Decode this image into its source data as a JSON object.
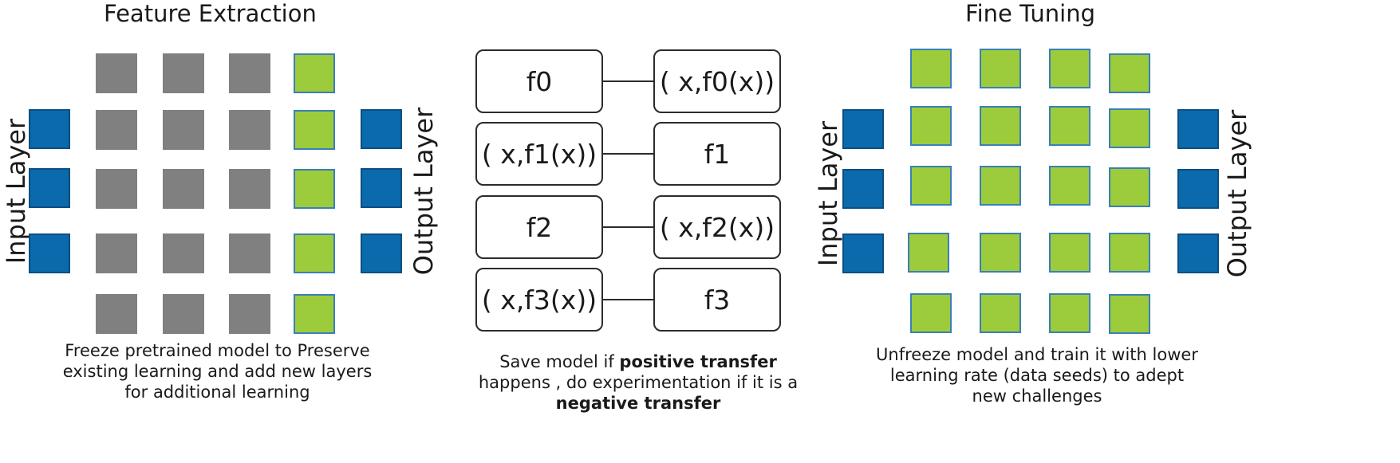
{
  "feature_extraction": {
    "title": "Feature Extraction",
    "input_label": "Input Layer",
    "output_label": "Output Layer",
    "caption_lines": [
      "Freeze pretrained model to Preserve",
      "existing learning and add new layers",
      "for additional learning"
    ]
  },
  "transfer": {
    "rows": [
      {
        "left": "f0",
        "right": "( x,f0(x))"
      },
      {
        "left": "( x,f1(x))",
        "right": "f1"
      },
      {
        "left": "f2",
        "right": "( x,f2(x))"
      },
      {
        "left": "( x,f3(x))",
        "right": "f3"
      }
    ],
    "caption": {
      "line1_pre": "Save model if ",
      "line1_bold": "positive transfer",
      "line2": "happens , do experimentation if it is a",
      "line3_bold": "negative transfer"
    }
  },
  "fine_tuning": {
    "title": "Fine Tuning",
    "input_label": "Input Layer",
    "output_label": "Output Layer",
    "caption_lines": [
      "Unfreeze model and train it with lower",
      "learning rate (data seeds) to adept",
      "new challenges"
    ]
  },
  "colors": {
    "frozen": "#808080",
    "trainable": "#9ccc3c",
    "io_layer": "#0a6aab"
  }
}
